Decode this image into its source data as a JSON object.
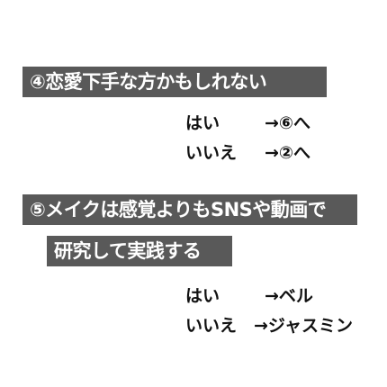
{
  "question4": {
    "title": "④恋愛下手な方かもしれない",
    "answers": [
      {
        "option": "はい",
        "result": "→⑥へ"
      },
      {
        "option": "いいえ",
        "result": "→②へ"
      }
    ]
  },
  "question5": {
    "title_line1": "⑤メイクは感覚よりもSNSや動画で",
    "title_line2": "研究して実践する",
    "answers": [
      {
        "option": "はい",
        "result": "→ベル"
      },
      {
        "option": "いいえ",
        "result": "→ジャスミン"
      }
    ]
  },
  "colors": {
    "banner_bg": "#595959",
    "banner_text": "#ffffff",
    "text": "#111111",
    "background": "#ffffff"
  }
}
